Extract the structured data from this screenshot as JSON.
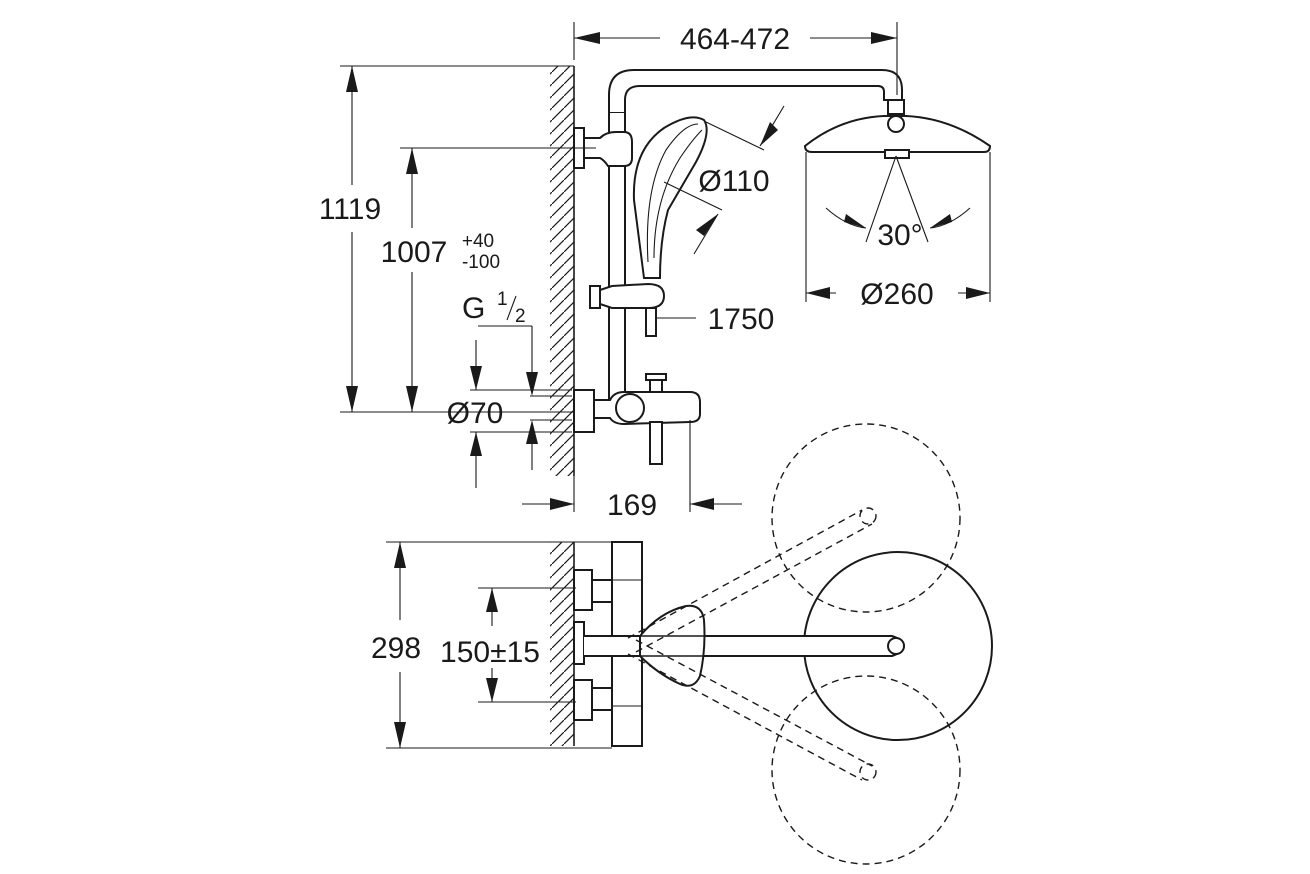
{
  "drawing": {
    "front_view": {
      "dim_arm_projection": "464-472",
      "dim_total_height": "1119",
      "dim_outlet_height": "1007",
      "dim_outlet_tol_plus": "+40",
      "dim_outlet_tol_minus": "-100",
      "dim_thread_prefix": "G",
      "dim_thread_num": "1",
      "dim_thread_den": "2",
      "dim_rosette_diameter": "Ø70",
      "dim_hand_shower_diameter": "Ø110",
      "dim_head_shower_diameter": "Ø260",
      "dim_tilt_angle": "30°",
      "dim_hose_length": "1750",
      "dim_thermostat_depth": "169"
    },
    "top_view": {
      "dim_overall_width": "298",
      "dim_centres": "150±15"
    }
  }
}
